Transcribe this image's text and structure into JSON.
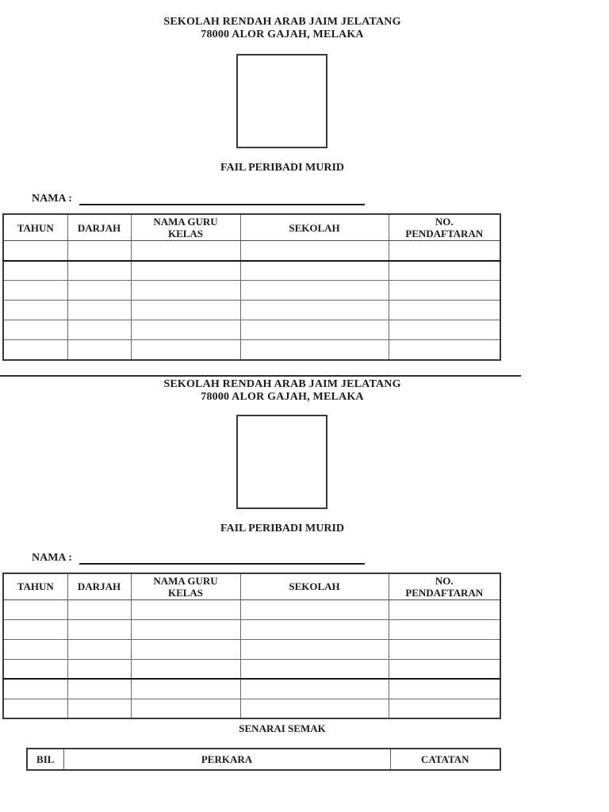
{
  "form_sections": [
    {
      "school_name": "SEKOLAH RENDAH ARAB JAIM JELATANG",
      "school_address": "78000 ALOR GAJAH, MELAKA",
      "form_title": "FAIL PERIBADI MURID",
      "name_label": "NAMA :",
      "name_value": "",
      "records_table": {
        "headers": [
          "TAHUN",
          "DARJAH",
          "NAMA GURU\nKELAS",
          "SEKOLAH",
          "NO.\nPENDAFTARAN"
        ],
        "empty_rows": 6,
        "heavy_line_after_row": 1
      }
    },
    {
      "school_name": "SEKOLAH RENDAH ARAB JAIM JELATANG",
      "school_address": "78000 ALOR GAJAH, MELAKA",
      "form_title": "FAIL PERIBADI MURID",
      "name_label": "NAMA :",
      "name_value": "",
      "records_table": {
        "headers": [
          "TAHUN",
          "DARJAH",
          "NAMA GURU\nKELAS",
          "SEKOLAH",
          "NO.\nPENDAFTARAN"
        ],
        "empty_rows": 6,
        "heavy_line_after_row": 4
      }
    }
  ],
  "checklist": {
    "title": "SENARAI SEMAK",
    "table": {
      "headers": [
        "BIL",
        "PERKARA",
        "CATATAN"
      ]
    }
  },
  "colors": {
    "ink": "#1c1c1c",
    "border_outer": "#3a3a3a",
    "border_inner": "#6a6a6a"
  }
}
